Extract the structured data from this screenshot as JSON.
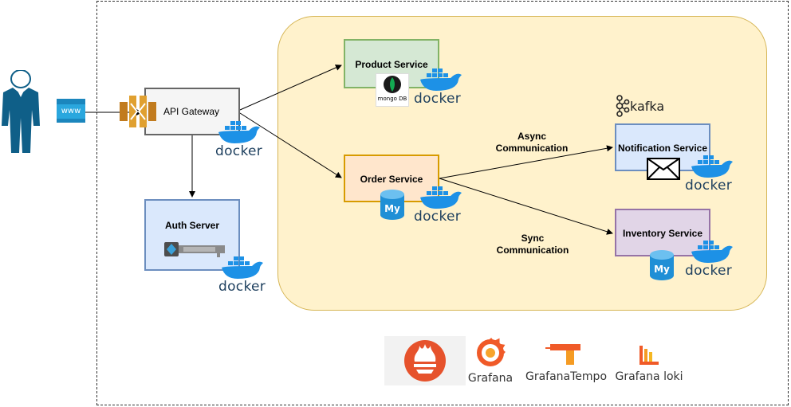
{
  "nodes": {
    "api_gateway": "API Gateway",
    "auth_server": "Auth Server",
    "product_service": "Product Service",
    "order_service": "Order Service",
    "notification_service": "Notification Service",
    "inventory_service": "Inventory Service"
  },
  "edges": {
    "async_line1": "Async",
    "async_line2": "Communication",
    "sync_line1": "Sync",
    "sync_line2": "Communication"
  },
  "badges": {
    "www": "www",
    "docker": "docker",
    "kafka": "kafka",
    "mongodb": "mongo DB",
    "mysql": "My"
  },
  "observability": {
    "grafana": "Grafana",
    "grafana_tempo": "GrafanaTempo",
    "grafana_loki": "Grafana loki"
  },
  "colors": {
    "cluster_fill": "#fff2cc",
    "gateway_fill": "#f5f5f5",
    "auth_fill": "#dae8fc",
    "product_fill": "#d5e8d4",
    "order_fill": "#ffe6cc",
    "inventory_fill": "#e1d5e7",
    "docker_blue": "#1d91e6",
    "grafana_orange": "#f05a28"
  }
}
